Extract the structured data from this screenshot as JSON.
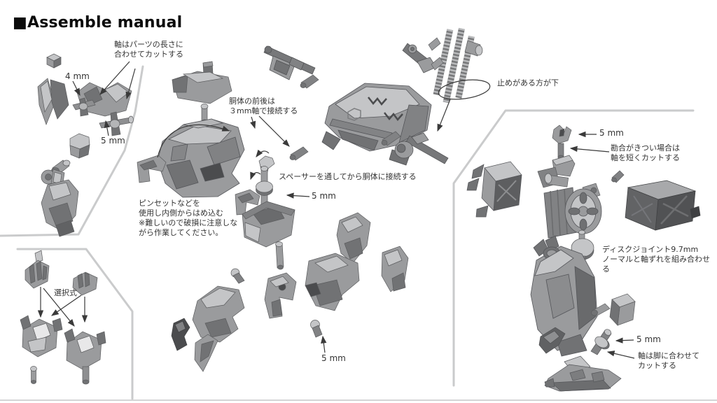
{
  "title": "■Assemble manual",
  "colors": {
    "background": "#ffffff",
    "divider": "#cacbcc",
    "annotation_text": "#333333",
    "arrow": "#3a3a3a",
    "part_light": "#c4c5c7",
    "part_mid": "#9a9b9d",
    "part_dark": "#717274",
    "part_darkest": "#4b4c4e"
  },
  "sections": {
    "top_left": {
      "notes": {
        "axle_cut": "軸はパーツの長さに\n合わせてカットする",
        "len_4mm": "4 mm",
        "len_5mm": "5 mm"
      }
    },
    "bottom_left": {
      "notes": {
        "selectable": "選択式"
      }
    },
    "center": {
      "notes": {
        "torso_pins": "胴体の前後は\n３mm軸で接続する",
        "spacer": "スペーサーを通してから胴体に接続する",
        "len_5mm_spacer": "5 mm",
        "tweezers": "ピンセットなどを\n使用し内側からはめ込む\n※難しいので破損に注意しな\nがら作業してください。",
        "len_5mm_ballpin": "5 mm"
      }
    },
    "top_right": {
      "notes": {
        "stopper_down": "止めがある方が下"
      }
    },
    "right": {
      "notes": {
        "len_5mm_fork": "5 mm",
        "tight_fit": "勘合がきつい場合は\n軸を短くカットする",
        "disc_joint": "ディスクジョイント9.7mm\nノーマルと軸ずれを組み合わせる",
        "len_5mm_axle": "5 mm",
        "leg_axle_cut": "軸は脚に合わせて\nカットする"
      }
    }
  }
}
